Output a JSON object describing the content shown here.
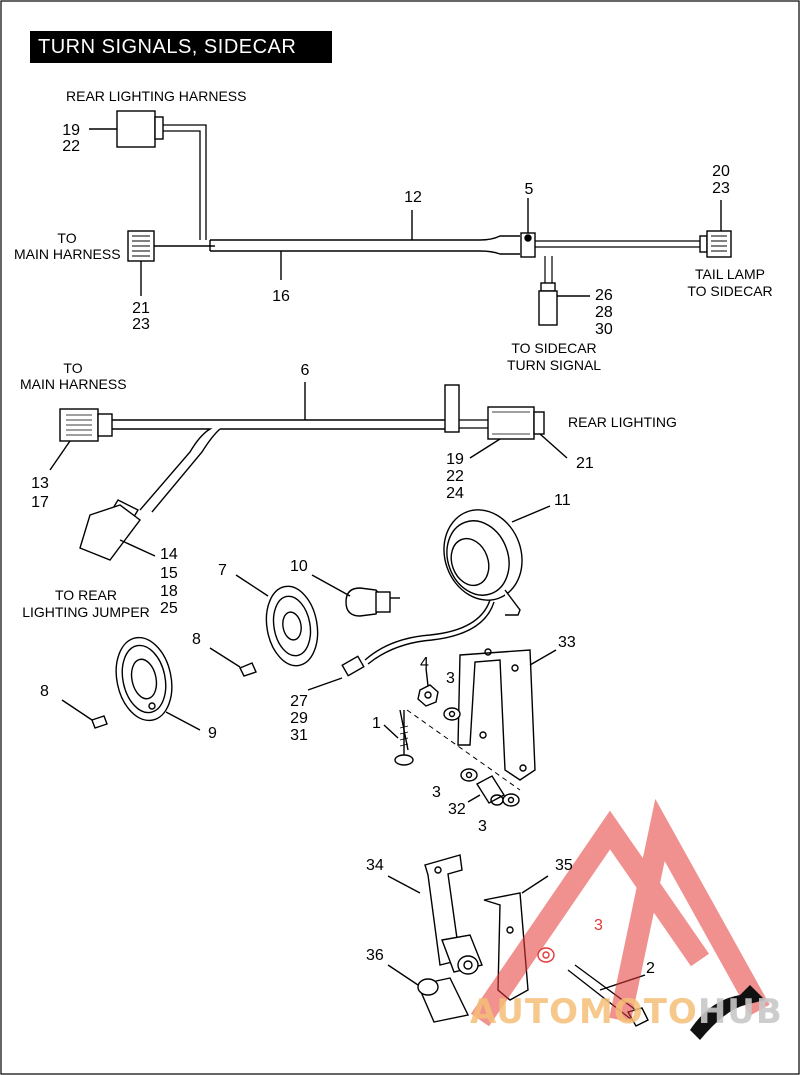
{
  "title": "TURN SIGNALS, SIDECAR",
  "labels": {
    "rear_lighting_harness": "REAR LIGHTING HARNESS",
    "to_main_harness_1": [
      "TO",
      "MAIN HARNESS"
    ],
    "tail_lamp": [
      "TAIL LAMP",
      "TO SIDECAR"
    ],
    "to_sidecar_turn_signal": [
      "TO SIDECAR",
      "TURN SIGNAL"
    ],
    "to_main_harness_2": [
      "TO",
      "MAIN HARNESS"
    ],
    "rear_lighting": "REAR LIGHTING",
    "to_rear_lighting_jumper": [
      "TO REAR",
      "LIGHTING JUMPER"
    ]
  },
  "callouts": {
    "c19_22_a": [
      "19",
      "22"
    ],
    "c21_23": [
      "21",
      "23"
    ],
    "c12": "12",
    "c5": "5",
    "c16": "16",
    "c20_23": [
      "20",
      "23"
    ],
    "c26_28_30": [
      "26",
      "28",
      "30"
    ],
    "c6": "6",
    "c13_17": [
      "13",
      "17"
    ],
    "c19_22_24": [
      "19",
      "22",
      "24"
    ],
    "c21": "21",
    "c14_15_18_25": [
      "14",
      "15",
      "18",
      "25"
    ],
    "c11": "11",
    "c7": "7",
    "c10": "10",
    "c8_a": "8",
    "c8_b": "8",
    "c9": "9",
    "c33": "33",
    "c4": "4",
    "c3_a": "3",
    "c27_29_31": [
      "27",
      "29",
      "31"
    ],
    "c1": "1",
    "c3_b": "3",
    "c32": "32",
    "c3_c": "3",
    "c34": "34",
    "c35": "35",
    "c36": "36",
    "c3_d": "3",
    "c2": "2"
  },
  "watermark": {
    "brand_a": "AUTOMOTO",
    "brand_b": "HUB",
    "color": "#e53935"
  },
  "colors": {
    "line": "#000000",
    "watermark_red": "#e53935",
    "watermark_orange": "#f5b060"
  }
}
